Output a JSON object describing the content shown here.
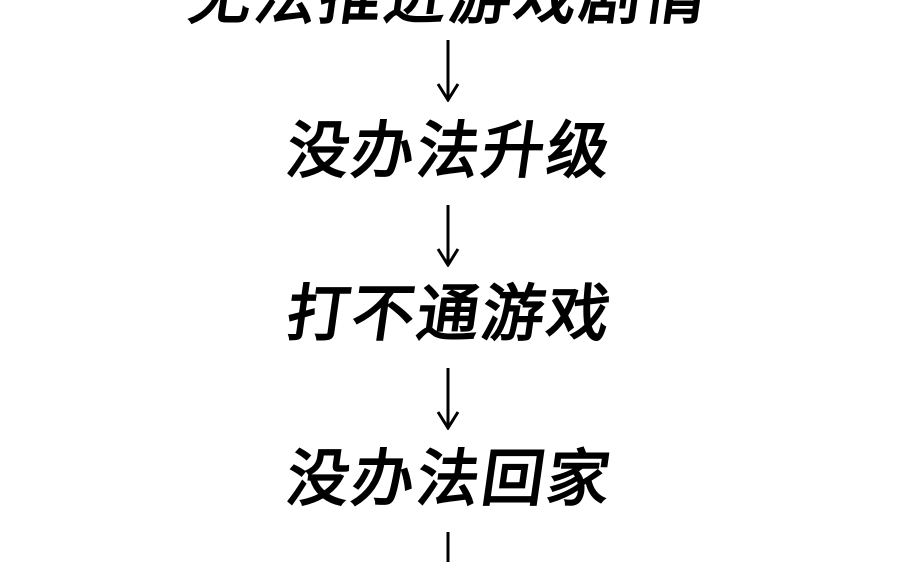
{
  "diagram": {
    "type": "vertical-flowchart",
    "steps": [
      "无法推进游戏剧情",
      "没办法升级",
      "打不通游戏",
      "没办法回家"
    ],
    "connector": "down-arrow",
    "colors": {
      "background": "#ffffff",
      "text": "#000000",
      "arrow": "#000000"
    }
  }
}
